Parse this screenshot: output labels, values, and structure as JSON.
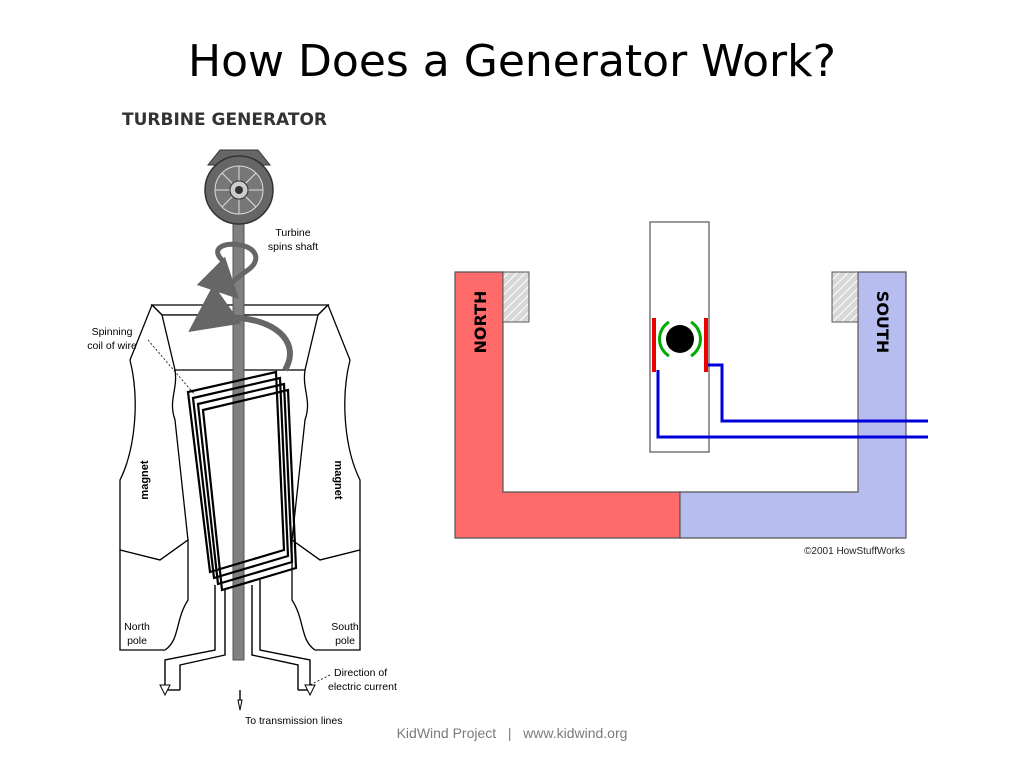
{
  "slide": {
    "title": "How Does a Generator Work?"
  },
  "turbine_diagram": {
    "heading": "TURBINE GENERATOR",
    "labels": {
      "turbine_line1": "Turbine",
      "turbine_line2": "spins shaft",
      "coil_line1": "Spinning",
      "coil_line2": "coil of wire",
      "magnet_left": "magnet",
      "magnet_right": "magnet",
      "north_line1": "North",
      "north_line2": "pole",
      "south_line1": "South",
      "south_line2": "pole",
      "current_line1": "Direction of",
      "current_line2": "electric current",
      "transmission": "To transmission lines"
    },
    "colors": {
      "shaft": "#808080",
      "turbine": "#666666",
      "outline": "#000000"
    }
  },
  "magnet_diagram": {
    "north_label": "NORTH",
    "south_label": "SOUTH",
    "copyright": "©2001 HowStuffWorks",
    "colors": {
      "north": "#ff6b6b",
      "south": "#b8bdf0",
      "wire": "#0000dd",
      "brush": "#ee0000",
      "field_arc": "#00aa00",
      "axle": "#000000"
    }
  },
  "footer": {
    "project": "KidWind Project",
    "separator": "|",
    "website": "www.kidwind.org"
  }
}
